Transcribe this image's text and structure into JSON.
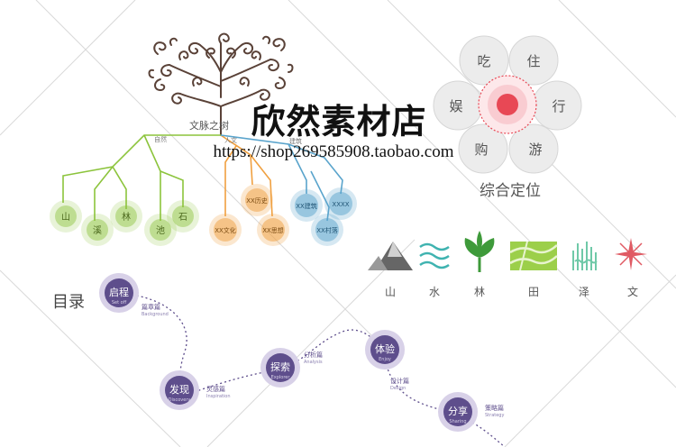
{
  "tree": {
    "title": "文脉之树",
    "branches": [
      "自然",
      "人文",
      "建筑"
    ],
    "nature_nodes": [
      "山",
      "溪",
      "林",
      "池",
      "石"
    ],
    "culture_nodes": [
      "XX历史",
      "XX文化",
      "XX思想"
    ],
    "building_nodes": [
      "XX建筑",
      "XXXX",
      "XX村落"
    ]
  },
  "positioning": {
    "petals": [
      "吃",
      "住",
      "行",
      "游",
      "购",
      "娱"
    ],
    "label": "综合定位"
  },
  "elements": {
    "items": [
      "山",
      "水",
      "林",
      "田",
      "泽",
      "文"
    ]
  },
  "toc": {
    "title": "目录",
    "stops": [
      {
        "zh": "启程",
        "en": "Set off",
        "chapter": "篇章篇",
        "chapter_en": "Background"
      },
      {
        "zh": "发现",
        "en": "Discovery",
        "chapter": "灵感篇",
        "chapter_en": "Inspiration"
      },
      {
        "zh": "探索",
        "en": "Explorer",
        "chapter": "分析篇",
        "chapter_en": "Analysis"
      },
      {
        "zh": "体验",
        "en": "Enjoy",
        "chapter": "设计篇",
        "chapter_en": "Design"
      },
      {
        "zh": "分享",
        "en": "Sharing",
        "chapter": "策略篇",
        "chapter_en": "Strategy"
      }
    ]
  },
  "watermark": {
    "shop_name": "欣然素材店",
    "url": "https://shop269585908.taobao.com"
  },
  "colors": {
    "nature": "#8cc43c",
    "culture": "#f0a040",
    "building": "#5aa4cc",
    "toc_purple": "#5e4e8c",
    "flower_center": "#e84855",
    "petal": "#ececec",
    "text_gray": "#666666"
  }
}
